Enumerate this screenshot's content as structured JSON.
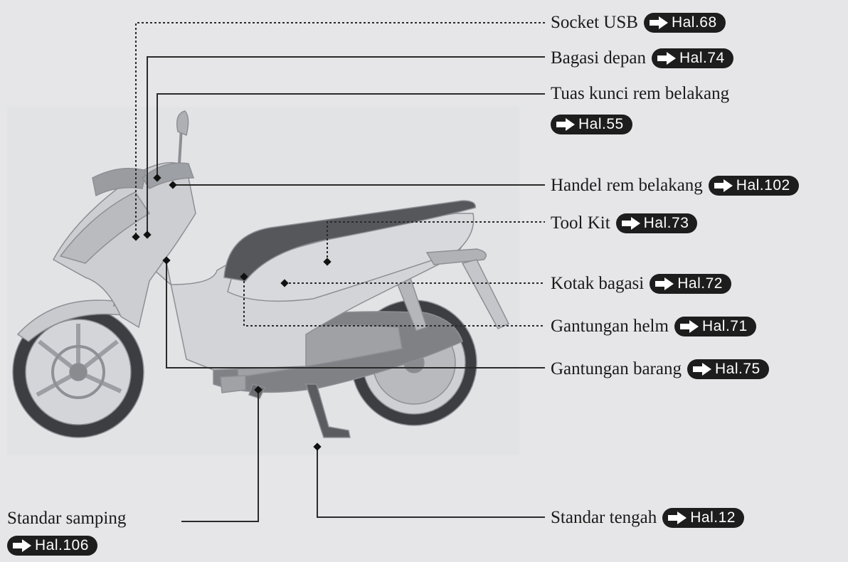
{
  "labels": {
    "socket_usb": {
      "text": "Socket USB",
      "ref": "Hal.68"
    },
    "bagasi_depan": {
      "text": "Bagasi depan",
      "ref": "Hal.74"
    },
    "tuas_kunci": {
      "text": "Tuas kunci rem belakang",
      "ref": "Hal.55"
    },
    "handel_rem": {
      "text": "Handel rem belakang",
      "ref": "Hal.102"
    },
    "tool_kit": {
      "text": "Tool Kit",
      "ref": "Hal.73"
    },
    "kotak_bagasi": {
      "text": "Kotak bagasi",
      "ref": "Hal.72"
    },
    "gantungan_helm": {
      "text": "Gantungan helm",
      "ref": "Hal.71"
    },
    "gantungan_barang": {
      "text": "Gantungan barang",
      "ref": "Hal.75"
    },
    "standar_tengah": {
      "text": "Standar tengah",
      "ref": "Hal.12"
    },
    "standar_samping": {
      "text": "Standar samping",
      "ref": "Hal.106"
    }
  },
  "icons": {
    "ref_arrow": "right-arrow-icon"
  },
  "colors": {
    "background": "#e6e6e8",
    "badge": "#1d1d1d",
    "scooter_body": "#d2d3d6"
  }
}
